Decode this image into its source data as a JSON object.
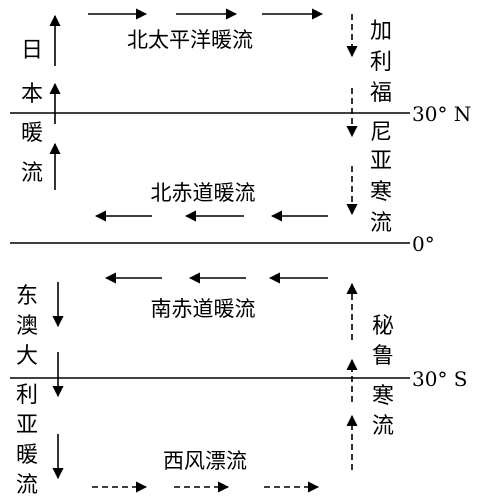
{
  "latitudes": {
    "n30": "30° N",
    "equator": "0°",
    "s30": "30° S"
  },
  "currents": {
    "north_pacific": "北太平洋暖流",
    "north_equatorial": "北赤道暖流",
    "south_equatorial": "南赤道暖流",
    "west_wind_drift": "西风漂流",
    "kuroshio_chars": [
      "日",
      "本",
      "暖",
      "流"
    ],
    "california_chars": [
      "加",
      "利",
      "福",
      "尼",
      "亚",
      "寒",
      "流"
    ],
    "east_australian_chars": [
      "东",
      "澳",
      "大",
      "利",
      "亚",
      "暖",
      "流"
    ],
    "peru_chars": [
      "秘",
      "鲁",
      "寒",
      "流"
    ]
  },
  "legend": {
    "warm_current": "solid arrow",
    "cold_current": "dashed arrow"
  },
  "colors": {
    "ink": "#000000",
    "background": "#ffffff"
  }
}
